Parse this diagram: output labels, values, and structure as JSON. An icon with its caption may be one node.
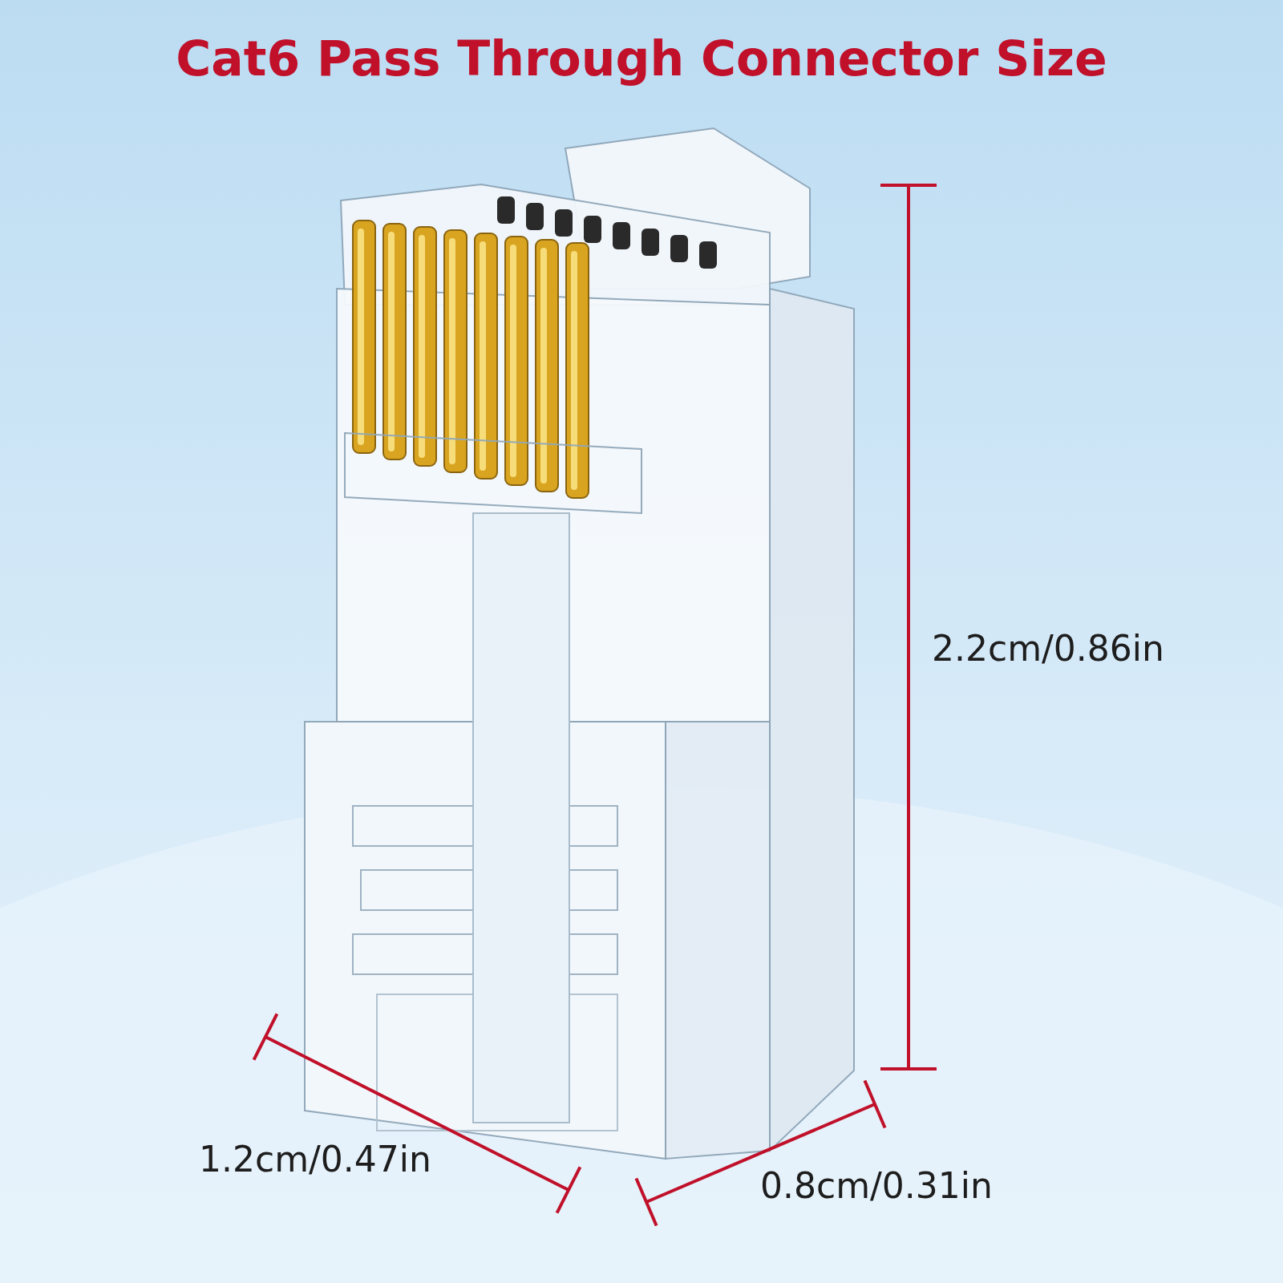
{
  "diagram": {
    "title": "Cat6 Pass Through Connector Size",
    "labels": [
      "2.2cm/0.86in",
      "1.2cm/0.47in",
      "0.8cm/0.31in"
    ]
  }
}
